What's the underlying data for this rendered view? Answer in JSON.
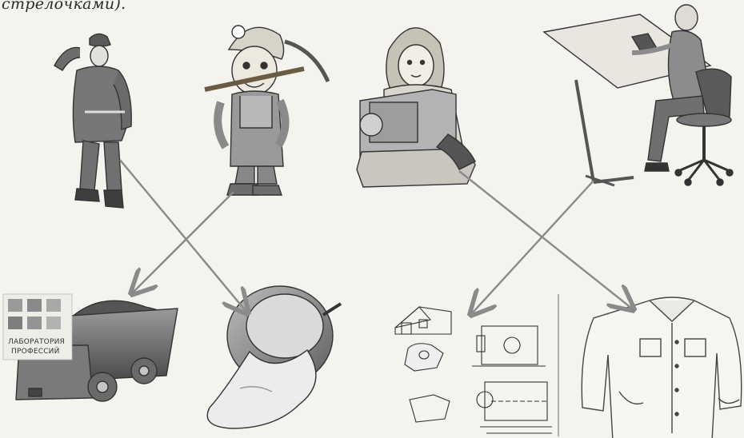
{
  "caption": "стрелочками).",
  "badge": {
    "line1": "ЛАБОРАТОРИЯ",
    "line2": "ПРОФЕССИЙ"
  },
  "pictures": {
    "top": [
      {
        "name": "steelworker-figure"
      },
      {
        "name": "miner-figure"
      },
      {
        "name": "seamstress-figure"
      },
      {
        "name": "draftsman-figure"
      }
    ],
    "bottom": [
      {
        "name": "ore-cart"
      },
      {
        "name": "molten-metal-ladle"
      },
      {
        "name": "technical-drawings"
      },
      {
        "name": "shirt"
      }
    ]
  },
  "colors": {
    "arrow": "#8a8a8a",
    "ink": "#3a3a3a",
    "background": "#f4f3ee"
  }
}
